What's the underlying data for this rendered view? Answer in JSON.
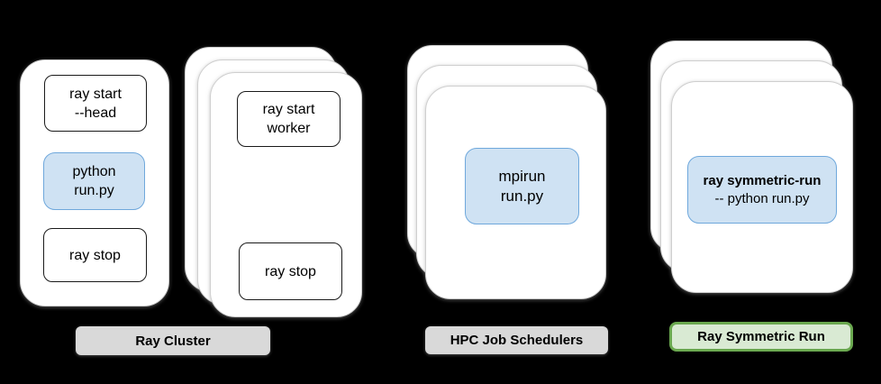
{
  "colors": {
    "background": "#000000",
    "card_fill": "#ffffff",
    "card_border": "#cfcfcf",
    "command_box_border": "#1a1a1a",
    "blue_box_fill": "#cfe2f3",
    "blue_box_border": "#6fa8dc",
    "label_gray_fill": "#d9d9d9",
    "label_green_fill": "#d9ead3",
    "label_green_border": "#6aa84f"
  },
  "groups": {
    "head_node": {
      "boxes": {
        "ray_start_head": {
          "line1": "ray start",
          "line2": "--head"
        },
        "python_run": {
          "line1": "python",
          "line2": "run.py"
        },
        "ray_stop": {
          "line1": "ray stop"
        }
      }
    },
    "worker_nodes": {
      "boxes": {
        "ray_start_worker": {
          "line1": "ray start",
          "line2": "worker"
        },
        "ray_stop": {
          "line1": "ray stop"
        }
      }
    },
    "hpc_schedulers": {
      "boxes": {
        "mpirun": {
          "line1": "mpirun",
          "line2": "run.py"
        }
      }
    },
    "symmetric_run": {
      "boxes": {
        "ray_symmetric_run": {
          "line1": "ray symmetric-run",
          "line2": "-- python run.py"
        }
      }
    }
  },
  "labels": {
    "ray_cluster": "Ray Cluster",
    "hpc_job_schedulers": "HPC Job Schedulers",
    "ray_symmetric_run": "Ray Symmetric Run"
  }
}
